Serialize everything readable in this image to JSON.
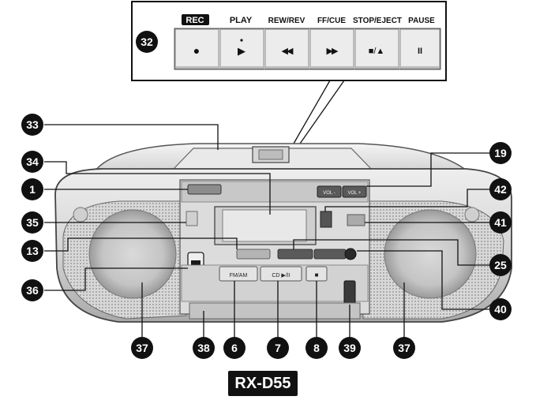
{
  "cassette_panel": {
    "buttons": [
      {
        "label": "REC",
        "symbol": "●",
        "highlighted": true
      },
      {
        "label": "PLAY",
        "symbol": "▶",
        "highlighted": false
      },
      {
        "label": "REW/REV",
        "symbol": "◀◀",
        "highlighted": false
      },
      {
        "label": "FF/CUE",
        "symbol": "▶▶",
        "highlighted": false
      },
      {
        "label": "STOP/EJECT",
        "symbol": "■/▲",
        "highlighted": false
      },
      {
        "label": "PAUSE",
        "symbol": "II",
        "highlighted": false
      }
    ]
  },
  "callouts": {
    "c32": "32",
    "c33": "33",
    "c34": "34",
    "c1": "1",
    "c35": "35",
    "c13": "13",
    "c36": "36",
    "c37a": "37",
    "c38": "38",
    "c6": "6",
    "c7": "7",
    "c8": "8",
    "c39": "39",
    "c37b": "37",
    "c19": "19",
    "c42": "42",
    "c41": "41",
    "c25": "25",
    "c40": "40"
  },
  "device_labels": {
    "vol_minus": "VOL -",
    "vol_plus": "VOL +",
    "fm_am": "FM/AM",
    "cd_play_pause": "CD ▶/II",
    "stop": "■"
  },
  "model": "RX-D55",
  "colors": {
    "ink": "#111111",
    "body_light": "#e6e6e6",
    "body_mid": "#bdbdbd",
    "body_dark": "#7a7a7a"
  }
}
